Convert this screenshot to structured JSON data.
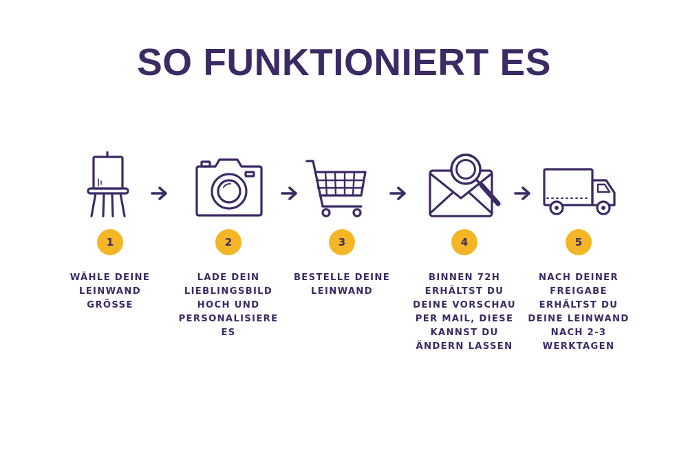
{
  "title": "SO FUNKTIONIERT ES",
  "accent_color": "#f4b626",
  "text_color": "#3b2a63",
  "steps": [
    {
      "number": "1",
      "icon": "easel-canvas-icon",
      "text": "WÄHLE DEINE\nLEINWAND\nGRÖSSE"
    },
    {
      "number": "2",
      "icon": "camera-icon",
      "text": "LADE DEIN\nLIEBLINGSBILD\nHOCH UND\nPERSONALISIERE\nES"
    },
    {
      "number": "3",
      "icon": "shopping-cart-icon",
      "text": "BESTELLE DEINE\nLEINWAND"
    },
    {
      "number": "4",
      "icon": "envelope-magnifier-icon",
      "text": "BINNEN 72H\nERHÄLTST DU\nDEINE VORSCHAU\nPER MAIL, DIESE\nKANNST DU\nÄNDERN LASSEN"
    },
    {
      "number": "5",
      "icon": "delivery-truck-icon",
      "text": "NACH DEINER\nFREIGABE\nERHÄLTST DU\nDEINE LEINWAND\nNACH 2-3\nWERKTAGEN"
    }
  ]
}
